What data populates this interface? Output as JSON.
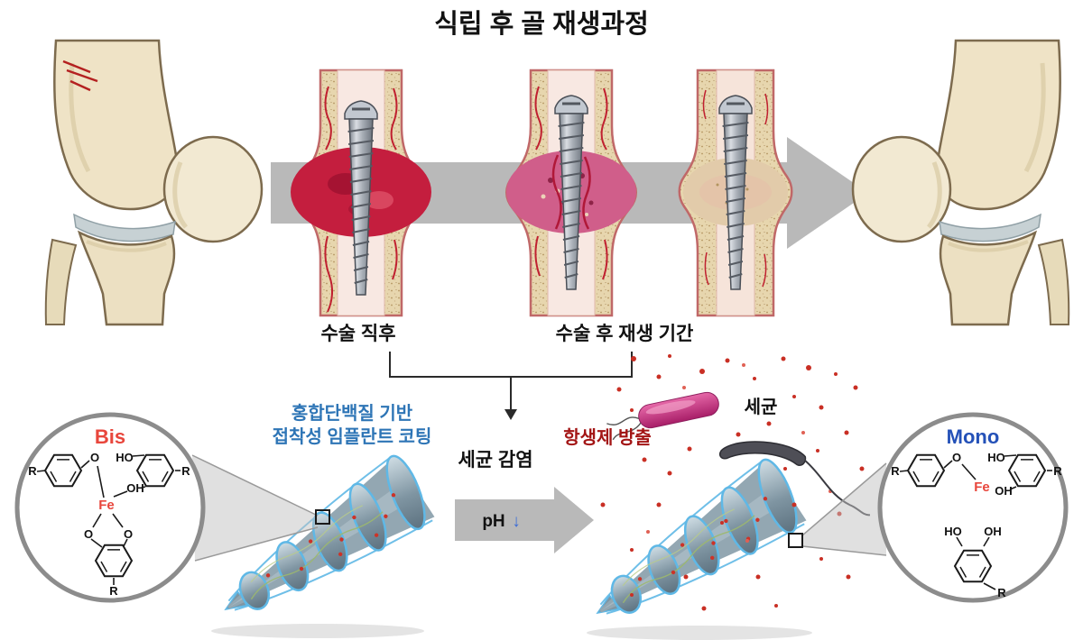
{
  "title": "식립 후 골 재생과정",
  "stages": {
    "post_surgery": "수술 직후",
    "regen_period": "수술 후 재생 기간"
  },
  "bottom": {
    "coating_line1": "홍합단백질 기반",
    "coating_line2": "접착성 임플란트 코팅",
    "infection": "세균 감염",
    "ph": "pH",
    "down_arrow": "↓",
    "antibiotic": "항생제 방출",
    "bacteria": "세균"
  },
  "chemistry": {
    "bis": "Bis",
    "mono": "Mono",
    "fe": "Fe",
    "o": "O",
    "ho": "HO",
    "oh": "OH",
    "r": "R"
  },
  "colors": {
    "coating_text_blue": "#2e75b6",
    "bis_red": "#e8463c",
    "mono_blue": "#2451b8",
    "antibiotic_red": "#a31515",
    "arrow_gray": "#b9b9b9",
    "coating_outline_blue": "#5fb8e6",
    "bone_beige": "#e7d6ae",
    "hematoma_red": "#c41e3e"
  }
}
